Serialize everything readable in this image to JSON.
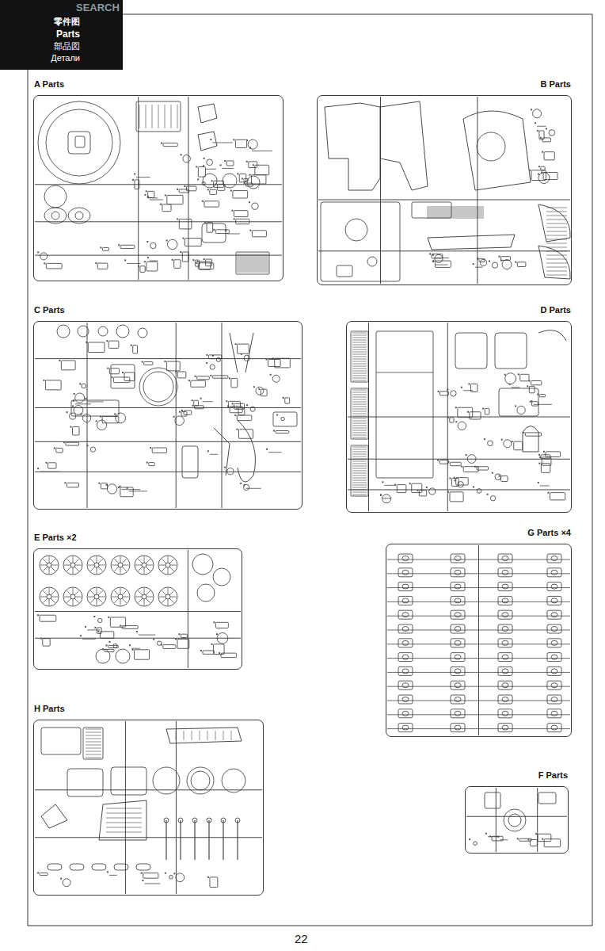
{
  "diagram": {
    "nodes": [
      {
        "text": [
          "零件图",
          "Parts",
          "部品図",
          "Детали"
        ]
      },
      {
        "text": [
          "A Parts"
        ]
      },
      {
        "text": [
          "B Parts"
        ]
      },
      {
        "text": [
          "C Parts"
        ]
      },
      {
        "text": [
          "D Parts"
        ]
      },
      {
        "text": [
          "E Parts ×2"
        ]
      },
      {
        "text": [
          "G Parts ×4"
        ]
      },
      {
        "text": [
          "H Parts"
        ]
      },
      {
        "text": [
          "F Parts"
        ]
      }
    ],
    "labels": [
      "SEARCH",
      "22"
    ]
  }
}
